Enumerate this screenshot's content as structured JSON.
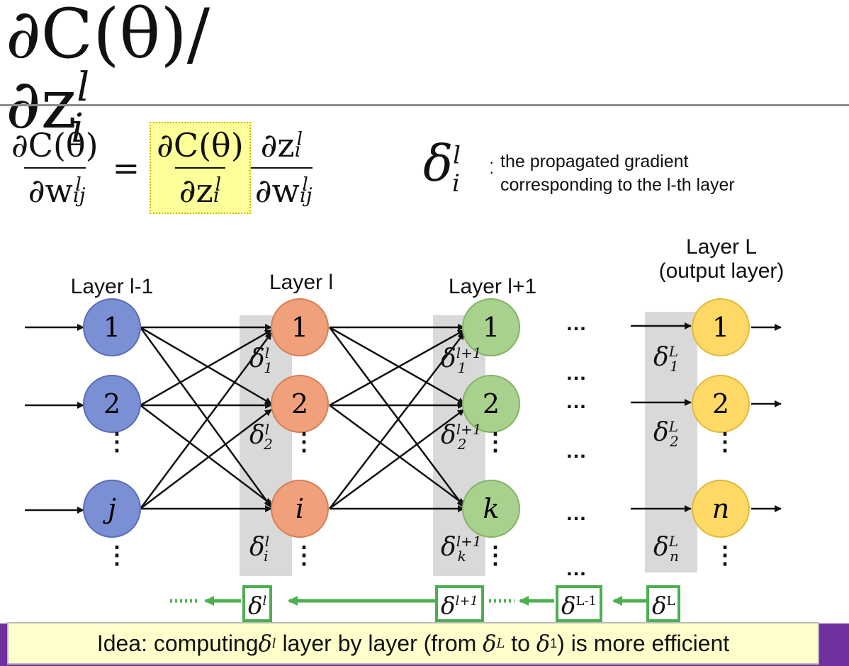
{
  "title": "∂C(θ)/∂z",
  "title_sup": "l",
  "title_sub": "i",
  "equation": {
    "lhs_num": "∂C(θ)",
    "lhs_den": "∂w",
    "eq": "=",
    "mid_num": "∂C(θ)",
    "mid_den": "∂z",
    "rhs_num": "∂z",
    "rhs_den": "∂w"
  },
  "delta_symbol": "δ",
  "description_line1": "the propagated gradient",
  "description_line2": "corresponding to the l-th layer",
  "layers": [
    {
      "label": "Layer l-1",
      "nodes": [
        "1",
        "2",
        "j"
      ],
      "color": "#7b8fd4"
    },
    {
      "label": "Layer l",
      "nodes": [
        "1",
        "2",
        "i"
      ],
      "color": "#f0a07a"
    },
    {
      "label": "Layer l+1",
      "nodes": [
        "1",
        "2",
        "k"
      ],
      "color": "#a9d18e"
    },
    {
      "label_line1": "Layer L",
      "label_line2": "(output layer)",
      "nodes": [
        "1",
        "2",
        "n"
      ],
      "color": "#ffd966"
    }
  ],
  "ellipsis": "…",
  "vertical_ellipsis": "⋮",
  "delta_labels_l": [
    "1",
    "2",
    "i"
  ],
  "delta_labels_l1": [
    "1",
    "2",
    "k"
  ],
  "delta_labels_L": [
    "1",
    "2",
    "n"
  ],
  "boxes": [
    "δl",
    "δl+1",
    "δL-1",
    "δL"
  ],
  "idea_prefix": "Idea: computing ",
  "idea_mid1": " layer by layer (from ",
  "idea_mid2": " to ",
  "idea_suffix": ") is more efficient",
  "colors": {
    "arrow_green": "#4caf50",
    "highlight": "#ffff99",
    "accent_bar": "#7030a0",
    "idea_bg": "#ffffcc"
  }
}
